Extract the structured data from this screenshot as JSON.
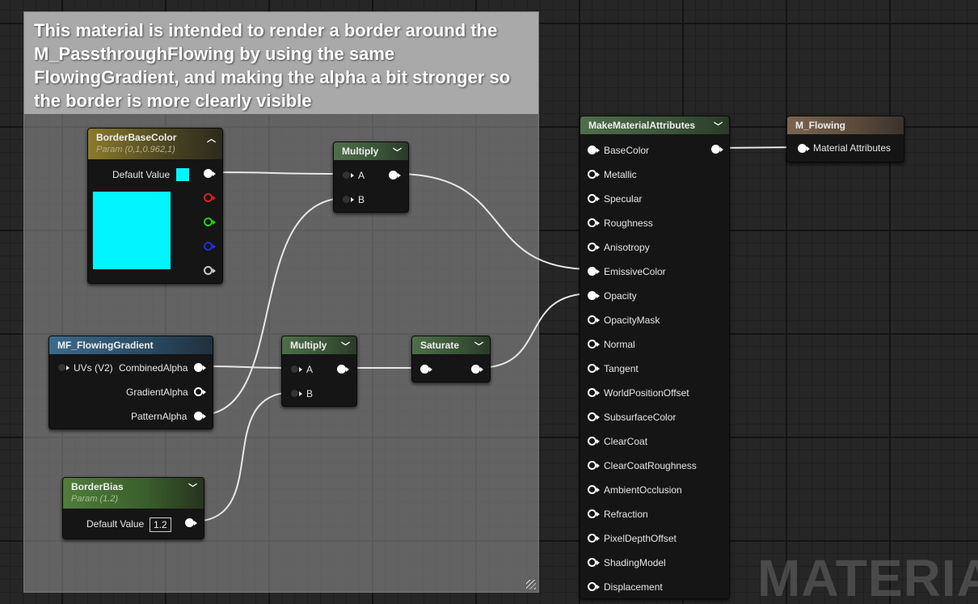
{
  "comment": {
    "text": "This material is intended to render a border around the M_PassthroughFlowing by using the same FlowingGradient, and making the alpha a bit stronger so the border is more clearly visible"
  },
  "nodes": {
    "border_base_color": {
      "title": "BorderBaseColor",
      "subtitle": "Param (0,1,0.962,1)",
      "default_value_label": "Default Value",
      "color": "#00f5ff"
    },
    "multiply_top": {
      "title": "Multiply",
      "pin_a": "A",
      "pin_b": "B"
    },
    "mf_flowing_gradient": {
      "title": "MF_FlowingGradient",
      "input_uvs": "UVs (V2)",
      "out_combined_alpha": "CombinedAlpha",
      "out_gradient_alpha": "GradientAlpha",
      "out_pattern_alpha": "PatternAlpha"
    },
    "multiply_bottom": {
      "title": "Multiply",
      "pin_a": "A",
      "pin_b": "B"
    },
    "saturate": {
      "title": "Saturate"
    },
    "border_bias": {
      "title": "BorderBias",
      "subtitle": "Param (1.2)",
      "default_value_label": "Default Value",
      "default_value": "1.2"
    },
    "make_material_attributes": {
      "title": "MakeMaterialAttributes",
      "inputs": [
        "BaseColor",
        "Metallic",
        "Specular",
        "Roughness",
        "Anisotropy",
        "EmissiveColor",
        "Opacity",
        "OpacityMask",
        "Normal",
        "Tangent",
        "WorldPositionOffset",
        "SubsurfaceColor",
        "ClearCoat",
        "ClearCoatRoughness",
        "AmbientOcclusion",
        "Refraction",
        "PixelDepthOffset",
        "ShadingModel",
        "Displacement"
      ]
    },
    "m_flowing": {
      "title": "M_Flowing",
      "input_label": "Material Attributes"
    }
  },
  "watermark": "MATERIAL"
}
